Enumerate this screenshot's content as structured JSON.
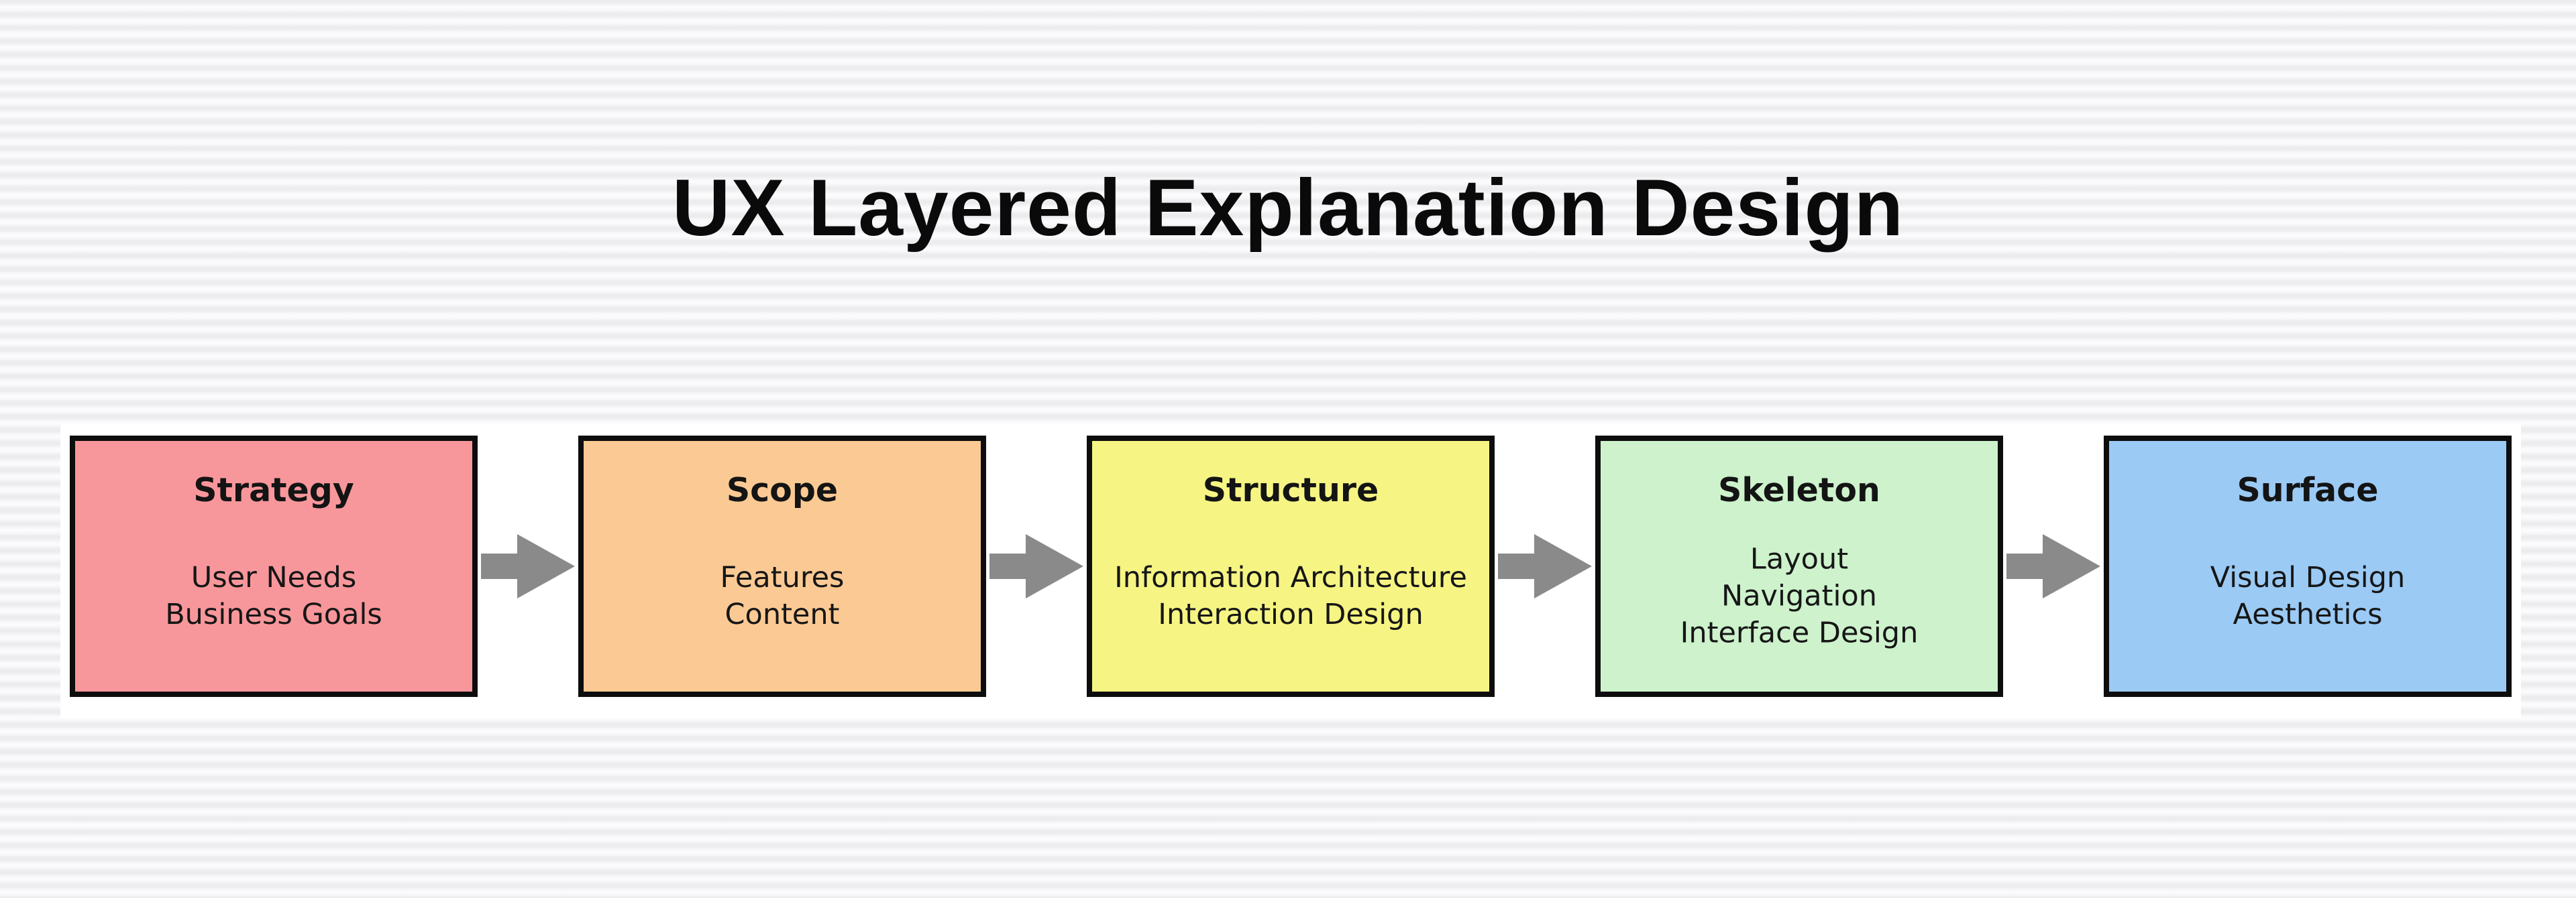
{
  "title": "UX Layered Explanation Design",
  "background": {
    "stripe_dark": "#ececef",
    "stripe_light": "#fbfbfd",
    "canvas_bg": "#ffffff"
  },
  "diagram": {
    "arrow_color": "#8a8a8a",
    "border_color": "#0d0d0d",
    "boxes": [
      {
        "label": "Strategy",
        "fill": "#f8979b",
        "lines": [
          "User Needs",
          "Business Goals"
        ]
      },
      {
        "label": "Scope",
        "fill": "#fbca94",
        "lines": [
          "Features",
          "Content"
        ]
      },
      {
        "label": "Structure",
        "fill": "#f6f584",
        "lines": [
          "Information Architecture",
          "Interaction Design"
        ]
      },
      {
        "label": "Skeleton",
        "fill": "#cdf2cc",
        "lines": [
          "Layout",
          "Navigation",
          "Interface Design"
        ]
      },
      {
        "label": "Surface",
        "fill": "#9bcaf4",
        "lines": [
          "Visual Design",
          "Aesthetics"
        ]
      }
    ]
  }
}
